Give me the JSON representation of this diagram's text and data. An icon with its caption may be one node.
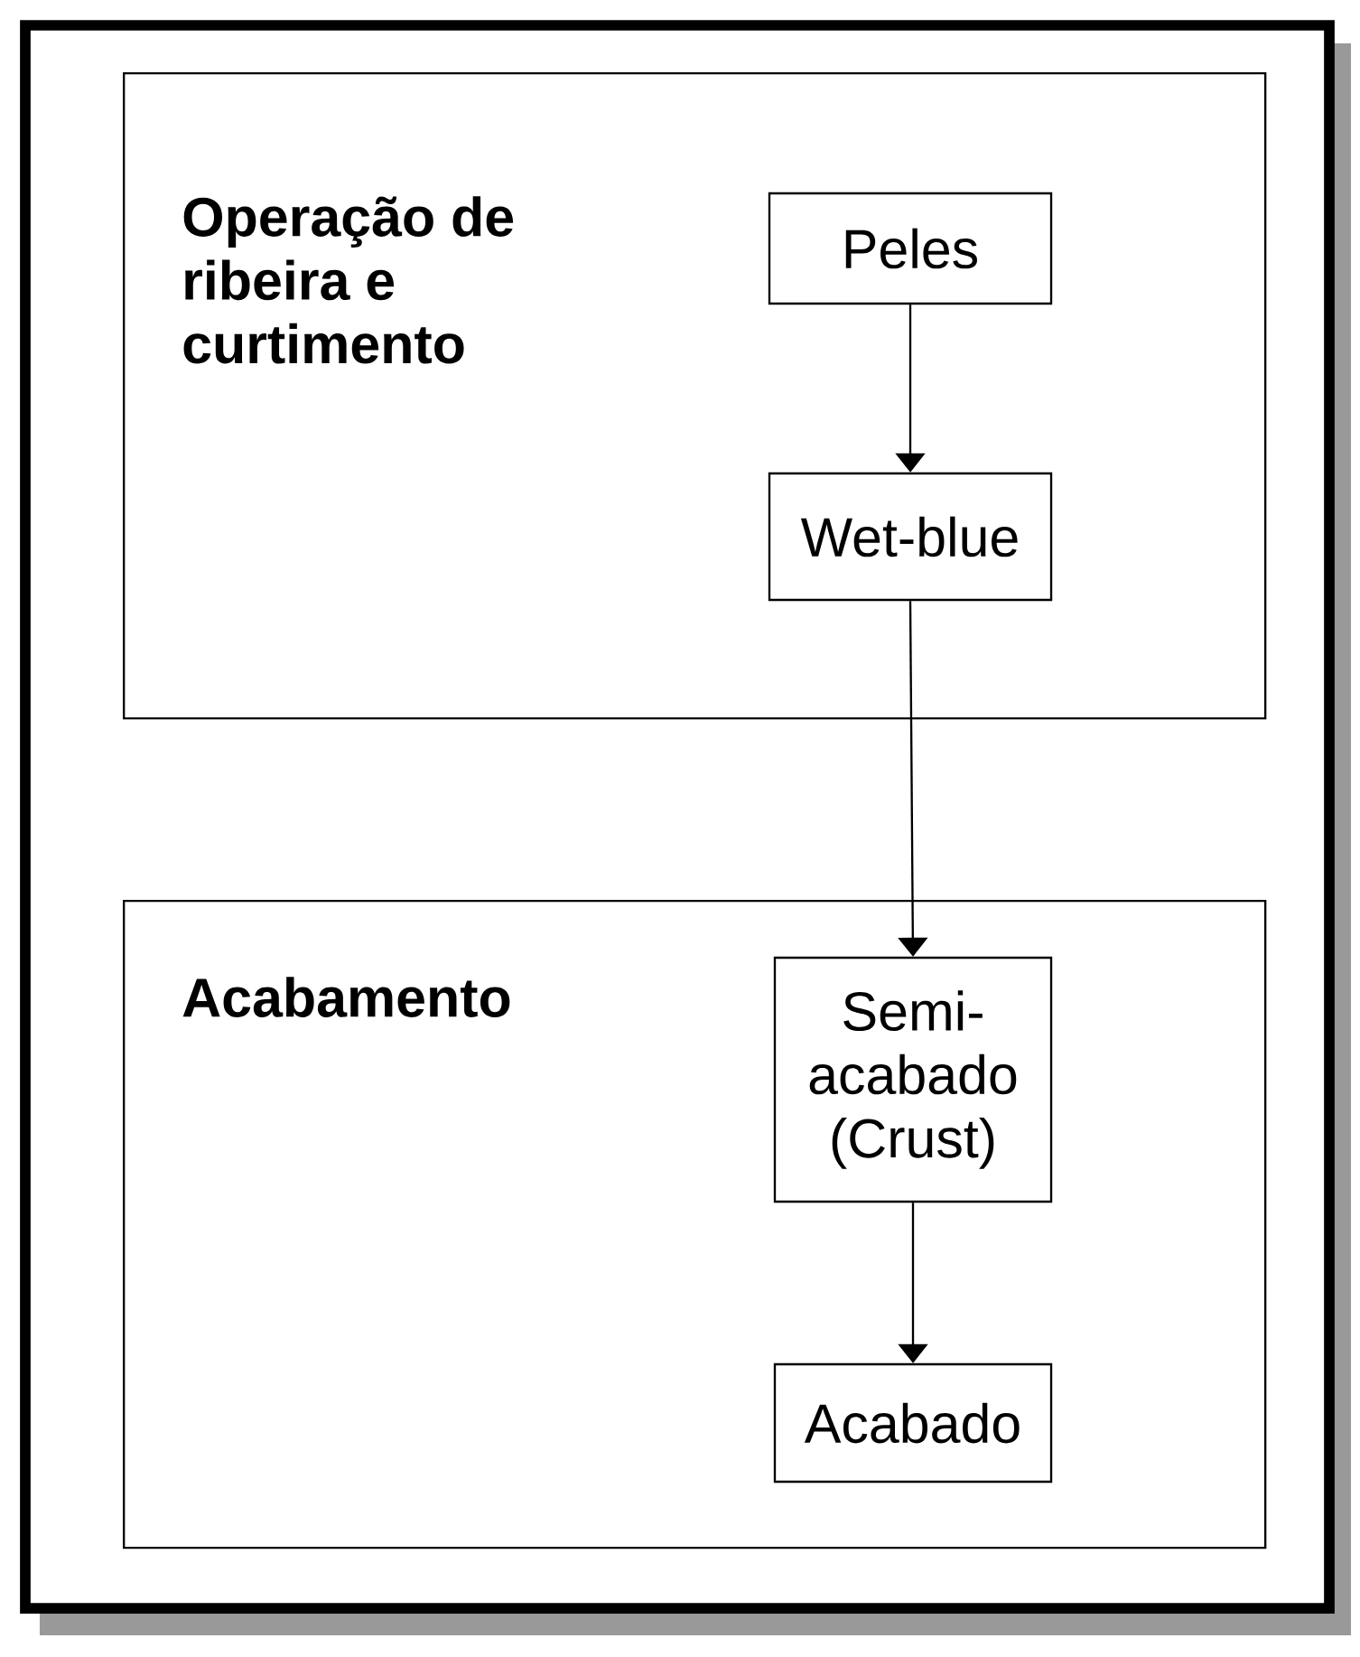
{
  "diagram": {
    "nodes": [
      {
        "text": [
          "Operação de ribeira e curtimento"
        ]
      },
      {
        "text": [
          "Peles"
        ],
        "in": 0
      },
      {
        "text": [
          "Wet-blue"
        ],
        "in": 0
      },
      {
        "text": [
          "Acabamento"
        ]
      },
      {
        "text": [
          "Semi-acabado (Crust)"
        ],
        "in": 3
      },
      {
        "text": [
          "Acabado"
        ],
        "in": 3
      }
    ],
    "edges": [
      {
        "from": 1,
        "to": 2,
        "arrow": "to"
      },
      {
        "from": 2,
        "to": 4,
        "arrow": "to"
      },
      {
        "from": 4,
        "to": 5,
        "arrow": "to"
      }
    ]
  }
}
